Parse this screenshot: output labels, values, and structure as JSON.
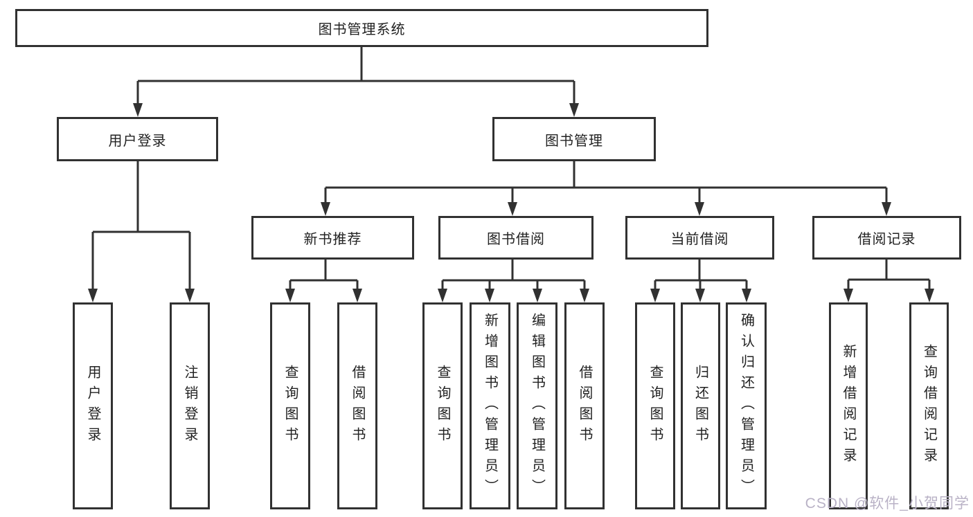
{
  "diagram": {
    "type": "tree-structure-chart",
    "root": {
      "label": "图书管理系统"
    },
    "level2": {
      "user_login": {
        "label": "用户登录"
      },
      "book_mgmt": {
        "label": "图书管理"
      }
    },
    "level3": {
      "new_book": {
        "label": "新书推荐"
      },
      "book_borrow": {
        "label": "图书借阅"
      },
      "current_borrow": {
        "label": "当前借阅"
      },
      "borrow_record": {
        "label": "借阅记录"
      }
    },
    "leaves": {
      "login": {
        "label": "用户登录",
        "parent": "用户登录"
      },
      "logout": {
        "label": "注销登录",
        "parent": "用户登录"
      },
      "nb_query": {
        "label": "查询图书",
        "parent": "新书推荐"
      },
      "nb_borrow": {
        "label": "借阅图书",
        "parent": "新书推荐"
      },
      "bb_query": {
        "label": "查询图书",
        "parent": "图书借阅"
      },
      "bb_add": {
        "label": "新增图书（管理员）",
        "parent": "图书借阅"
      },
      "bb_edit": {
        "label": "编辑图书（管理员）",
        "parent": "图书借阅"
      },
      "bb_borrow": {
        "label": "借阅图书",
        "parent": "图书借阅"
      },
      "cb_query": {
        "label": "查询图书",
        "parent": "当前借阅"
      },
      "cb_return": {
        "label": "归还图书",
        "parent": "当前借阅"
      },
      "cb_confirm": {
        "label": "确认归还（管理员）",
        "parent": "当前借阅"
      },
      "br_add": {
        "label": "新增借阅记录",
        "parent": "借阅记录"
      },
      "br_query": {
        "label": "查询借阅记录",
        "parent": "借阅记录"
      }
    },
    "watermark": "CSDN @软件_小贺同学",
    "colors": {
      "line": "#313131",
      "text": "#222222",
      "watermark": "#b9b2c6",
      "background": "#ffffff"
    }
  }
}
